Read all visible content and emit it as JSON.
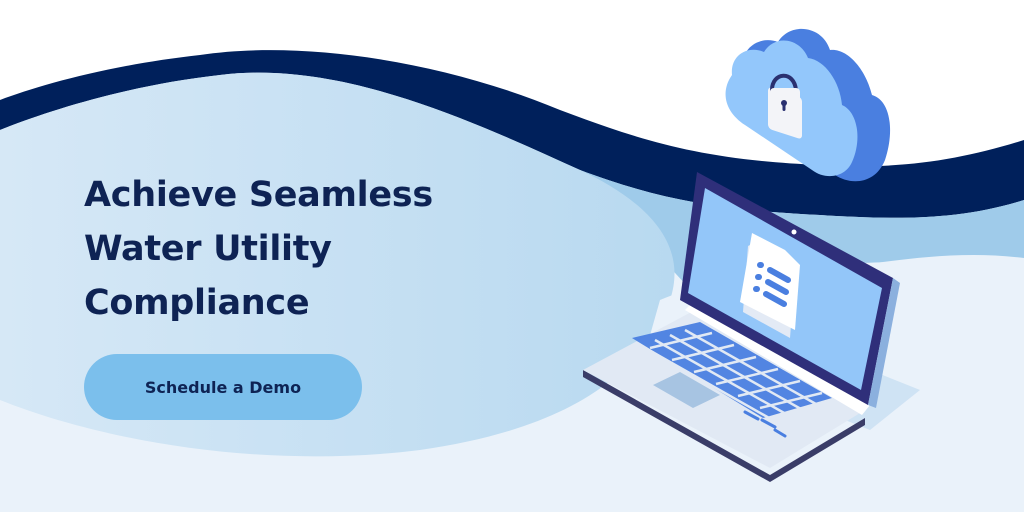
{
  "hero": {
    "headline_lines": [
      "Achieve Seamless",
      "Water Utility",
      "Compliance"
    ],
    "cta_label": "Schedule a Demo"
  },
  "illustration": {
    "icons": [
      "cloud-lock-icon",
      "laptop-icon",
      "document-icon"
    ]
  },
  "colors": {
    "navy": "#00205b",
    "text": "#0e2354",
    "light_blue": "#c8e1f4",
    "panel_blue": "#9fcbea",
    "pale": "#eaf2fa",
    "button": "#7bbfec",
    "accent_blue": "#4a80e0"
  }
}
